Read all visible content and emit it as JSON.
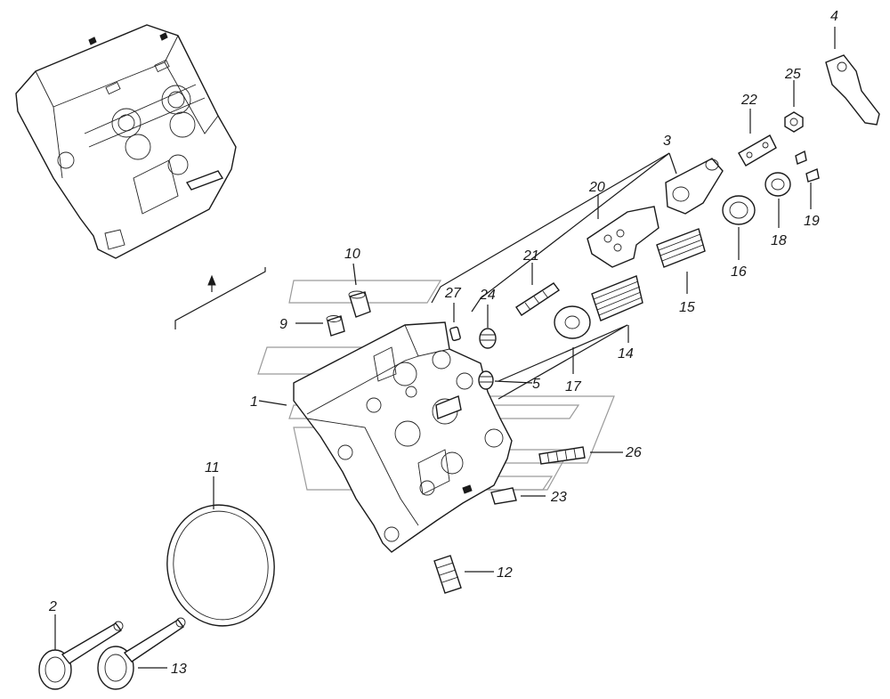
{
  "callouts": [
    {
      "id": "c1",
      "text": "1"
    },
    {
      "id": "c2",
      "text": "2"
    },
    {
      "id": "c3",
      "text": "3"
    },
    {
      "id": "c4",
      "text": "4"
    },
    {
      "id": "c5",
      "text": "5"
    },
    {
      "id": "c9",
      "text": "9"
    },
    {
      "id": "c10",
      "text": "10"
    },
    {
      "id": "c11",
      "text": "11"
    },
    {
      "id": "c12",
      "text": "12"
    },
    {
      "id": "c13",
      "text": "13"
    },
    {
      "id": "c14",
      "text": "14"
    },
    {
      "id": "c15",
      "text": "15"
    },
    {
      "id": "c16",
      "text": "16"
    },
    {
      "id": "c17",
      "text": "17"
    },
    {
      "id": "c18",
      "text": "18"
    },
    {
      "id": "c19",
      "text": "19"
    },
    {
      "id": "c20",
      "text": "20"
    },
    {
      "id": "c21",
      "text": "21"
    },
    {
      "id": "c22",
      "text": "22"
    },
    {
      "id": "c23",
      "text": "23"
    },
    {
      "id": "c24",
      "text": "24"
    },
    {
      "id": "c25",
      "text": "25"
    },
    {
      "id": "c26",
      "text": "26"
    },
    {
      "id": "c27",
      "text": "27"
    }
  ]
}
